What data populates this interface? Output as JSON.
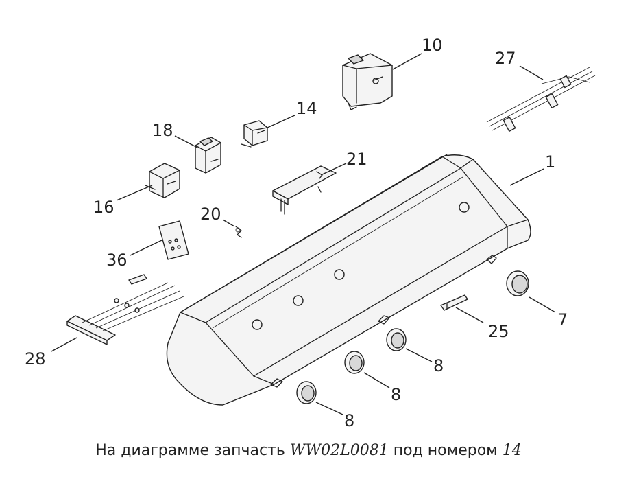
{
  "callouts": [
    {
      "id": "c10",
      "label": "10"
    },
    {
      "id": "c27",
      "label": "27"
    },
    {
      "id": "c14",
      "label": "14"
    },
    {
      "id": "c18",
      "label": "18"
    },
    {
      "id": "c21",
      "label": "21"
    },
    {
      "id": "c1",
      "label": "1"
    },
    {
      "id": "c16",
      "label": "16"
    },
    {
      "id": "c20",
      "label": "20"
    },
    {
      "id": "c36",
      "label": "36"
    },
    {
      "id": "c7",
      "label": "7"
    },
    {
      "id": "c25",
      "label": "25"
    },
    {
      "id": "c28",
      "label": "28"
    },
    {
      "id": "c8a",
      "label": "8"
    },
    {
      "id": "c8b",
      "label": "8"
    },
    {
      "id": "c8c",
      "label": "8"
    }
  ],
  "caption": {
    "prefix": "На диаграмме запчасть",
    "part_code": "WW02L0081",
    "middle": "под номером",
    "part_number": "14"
  }
}
